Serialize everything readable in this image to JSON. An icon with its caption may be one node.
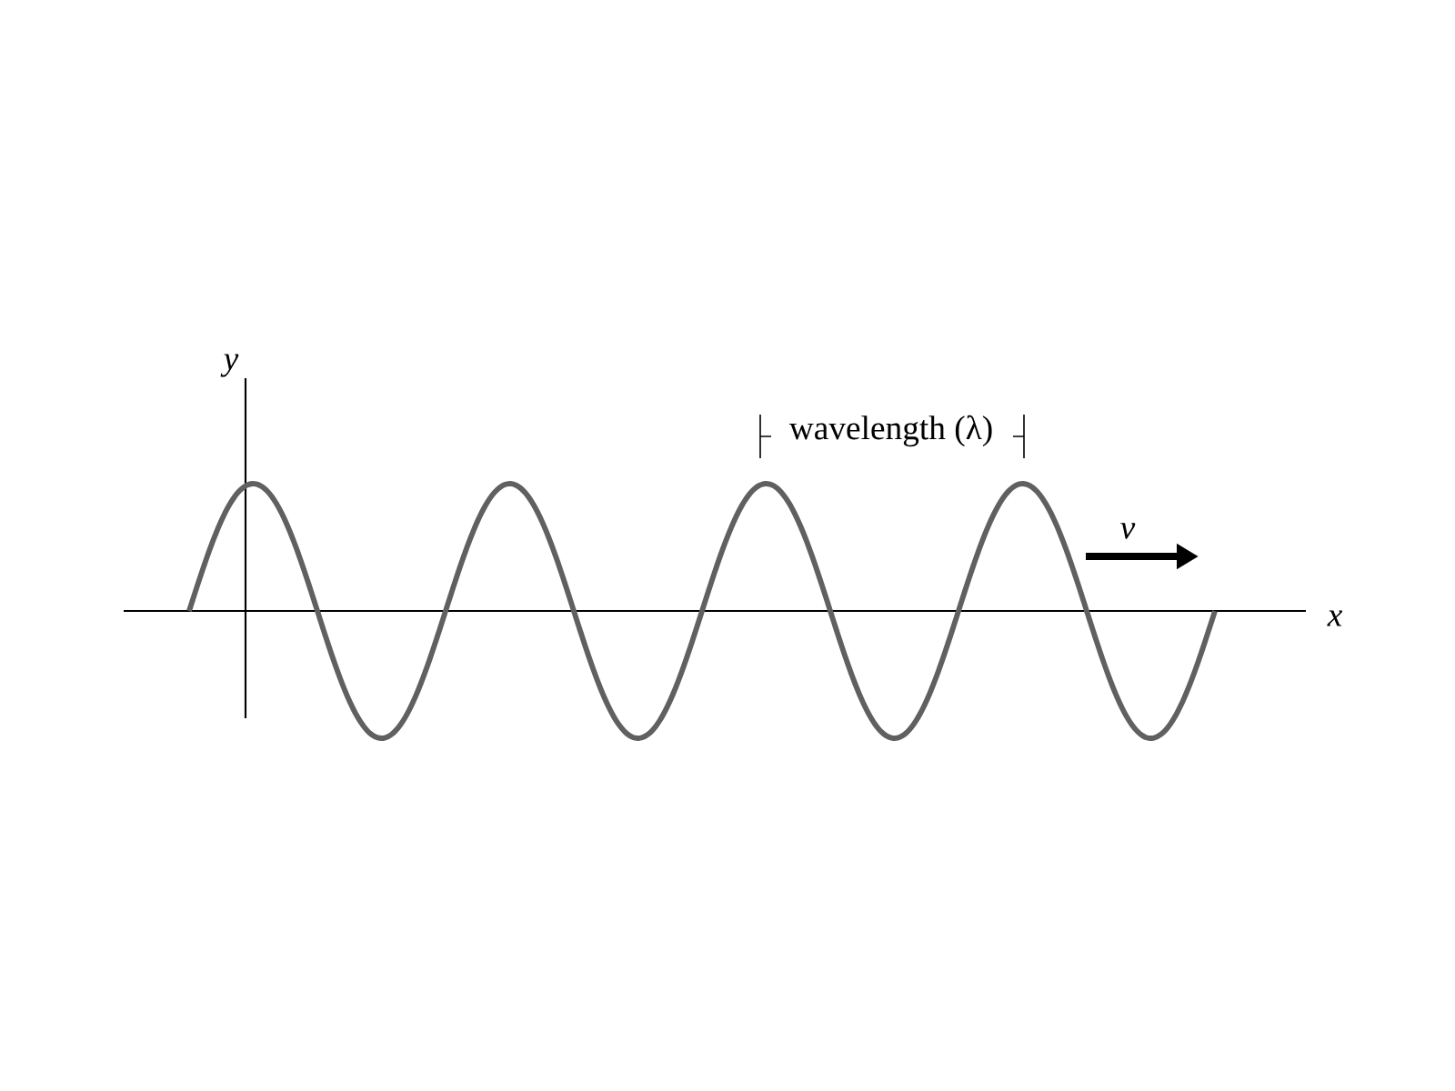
{
  "diagram": {
    "labels": [
      "y",
      "wavelength (λ)",
      "v",
      "x"
    ]
  }
}
